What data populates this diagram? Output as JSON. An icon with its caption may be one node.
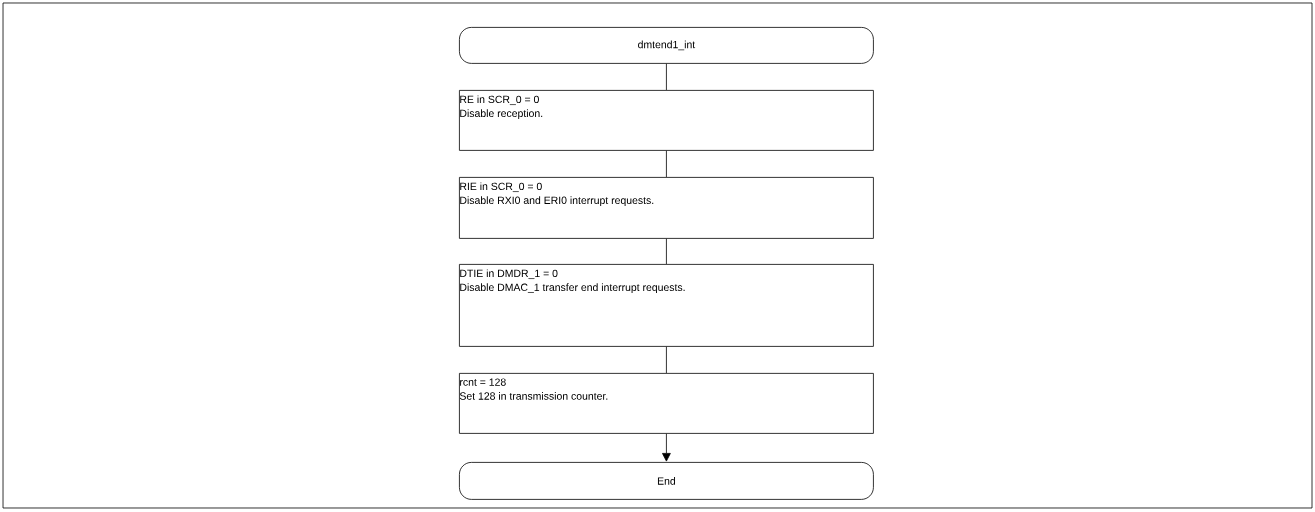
{
  "diagram": {
    "nodes": [
      {
        "text": [
          "dmtend1_int"
        ]
      },
      {
        "text": [
          "RE in SCR_0 = 0",
          "Disable reception."
        ]
      },
      {
        "text": [
          "RIE in SCR_0 = 0",
          "Disable RXI0 and ERI0 interrupt requests."
        ]
      },
      {
        "text": [
          "DTIE in DMDR_1 = 0",
          "Disable DMAC_1 transfer end interrupt requests."
        ]
      },
      {
        "text": [
          "rcnt = 128",
          "Set 128 in transmission counter."
        ]
      },
      {
        "text": [
          "End"
        ]
      }
    ],
    "edges": [
      {
        "from": 0,
        "to": 1,
        "arrow": "none"
      },
      {
        "from": 1,
        "to": 2,
        "arrow": "none"
      },
      {
        "from": 2,
        "to": 3,
        "arrow": "none"
      },
      {
        "from": 3,
        "to": 4,
        "arrow": "none"
      },
      {
        "from": 4,
        "to": 5,
        "arrow": "to"
      }
    ]
  }
}
